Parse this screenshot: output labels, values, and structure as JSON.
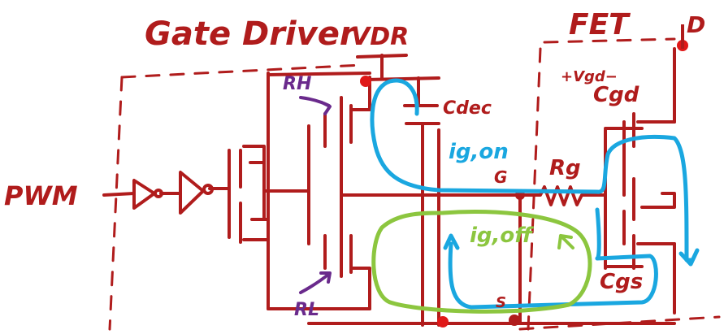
{
  "colors": {
    "circuit": "#b01c1c",
    "turn_on_loop": "#1aa7e0",
    "turn_off_loop": "#8cc63f",
    "resistor_pointer": "#6a2a8c",
    "dashed_box": "#b01c1c"
  },
  "labels": {
    "gate_driver": "Gate Driver",
    "vdr": "VDR",
    "fet": "FET",
    "drain": "D",
    "pwm": "PWM",
    "rh": "RH",
    "rl": "RL",
    "cdec": "Cdec",
    "vgd": "+Vgd−",
    "cgd": "Cgd",
    "ig_on": "ig,on",
    "ig_off": "ig,off",
    "g_node": "G",
    "s_node": "S",
    "rg": "Rg",
    "cgs": "Cgs"
  }
}
